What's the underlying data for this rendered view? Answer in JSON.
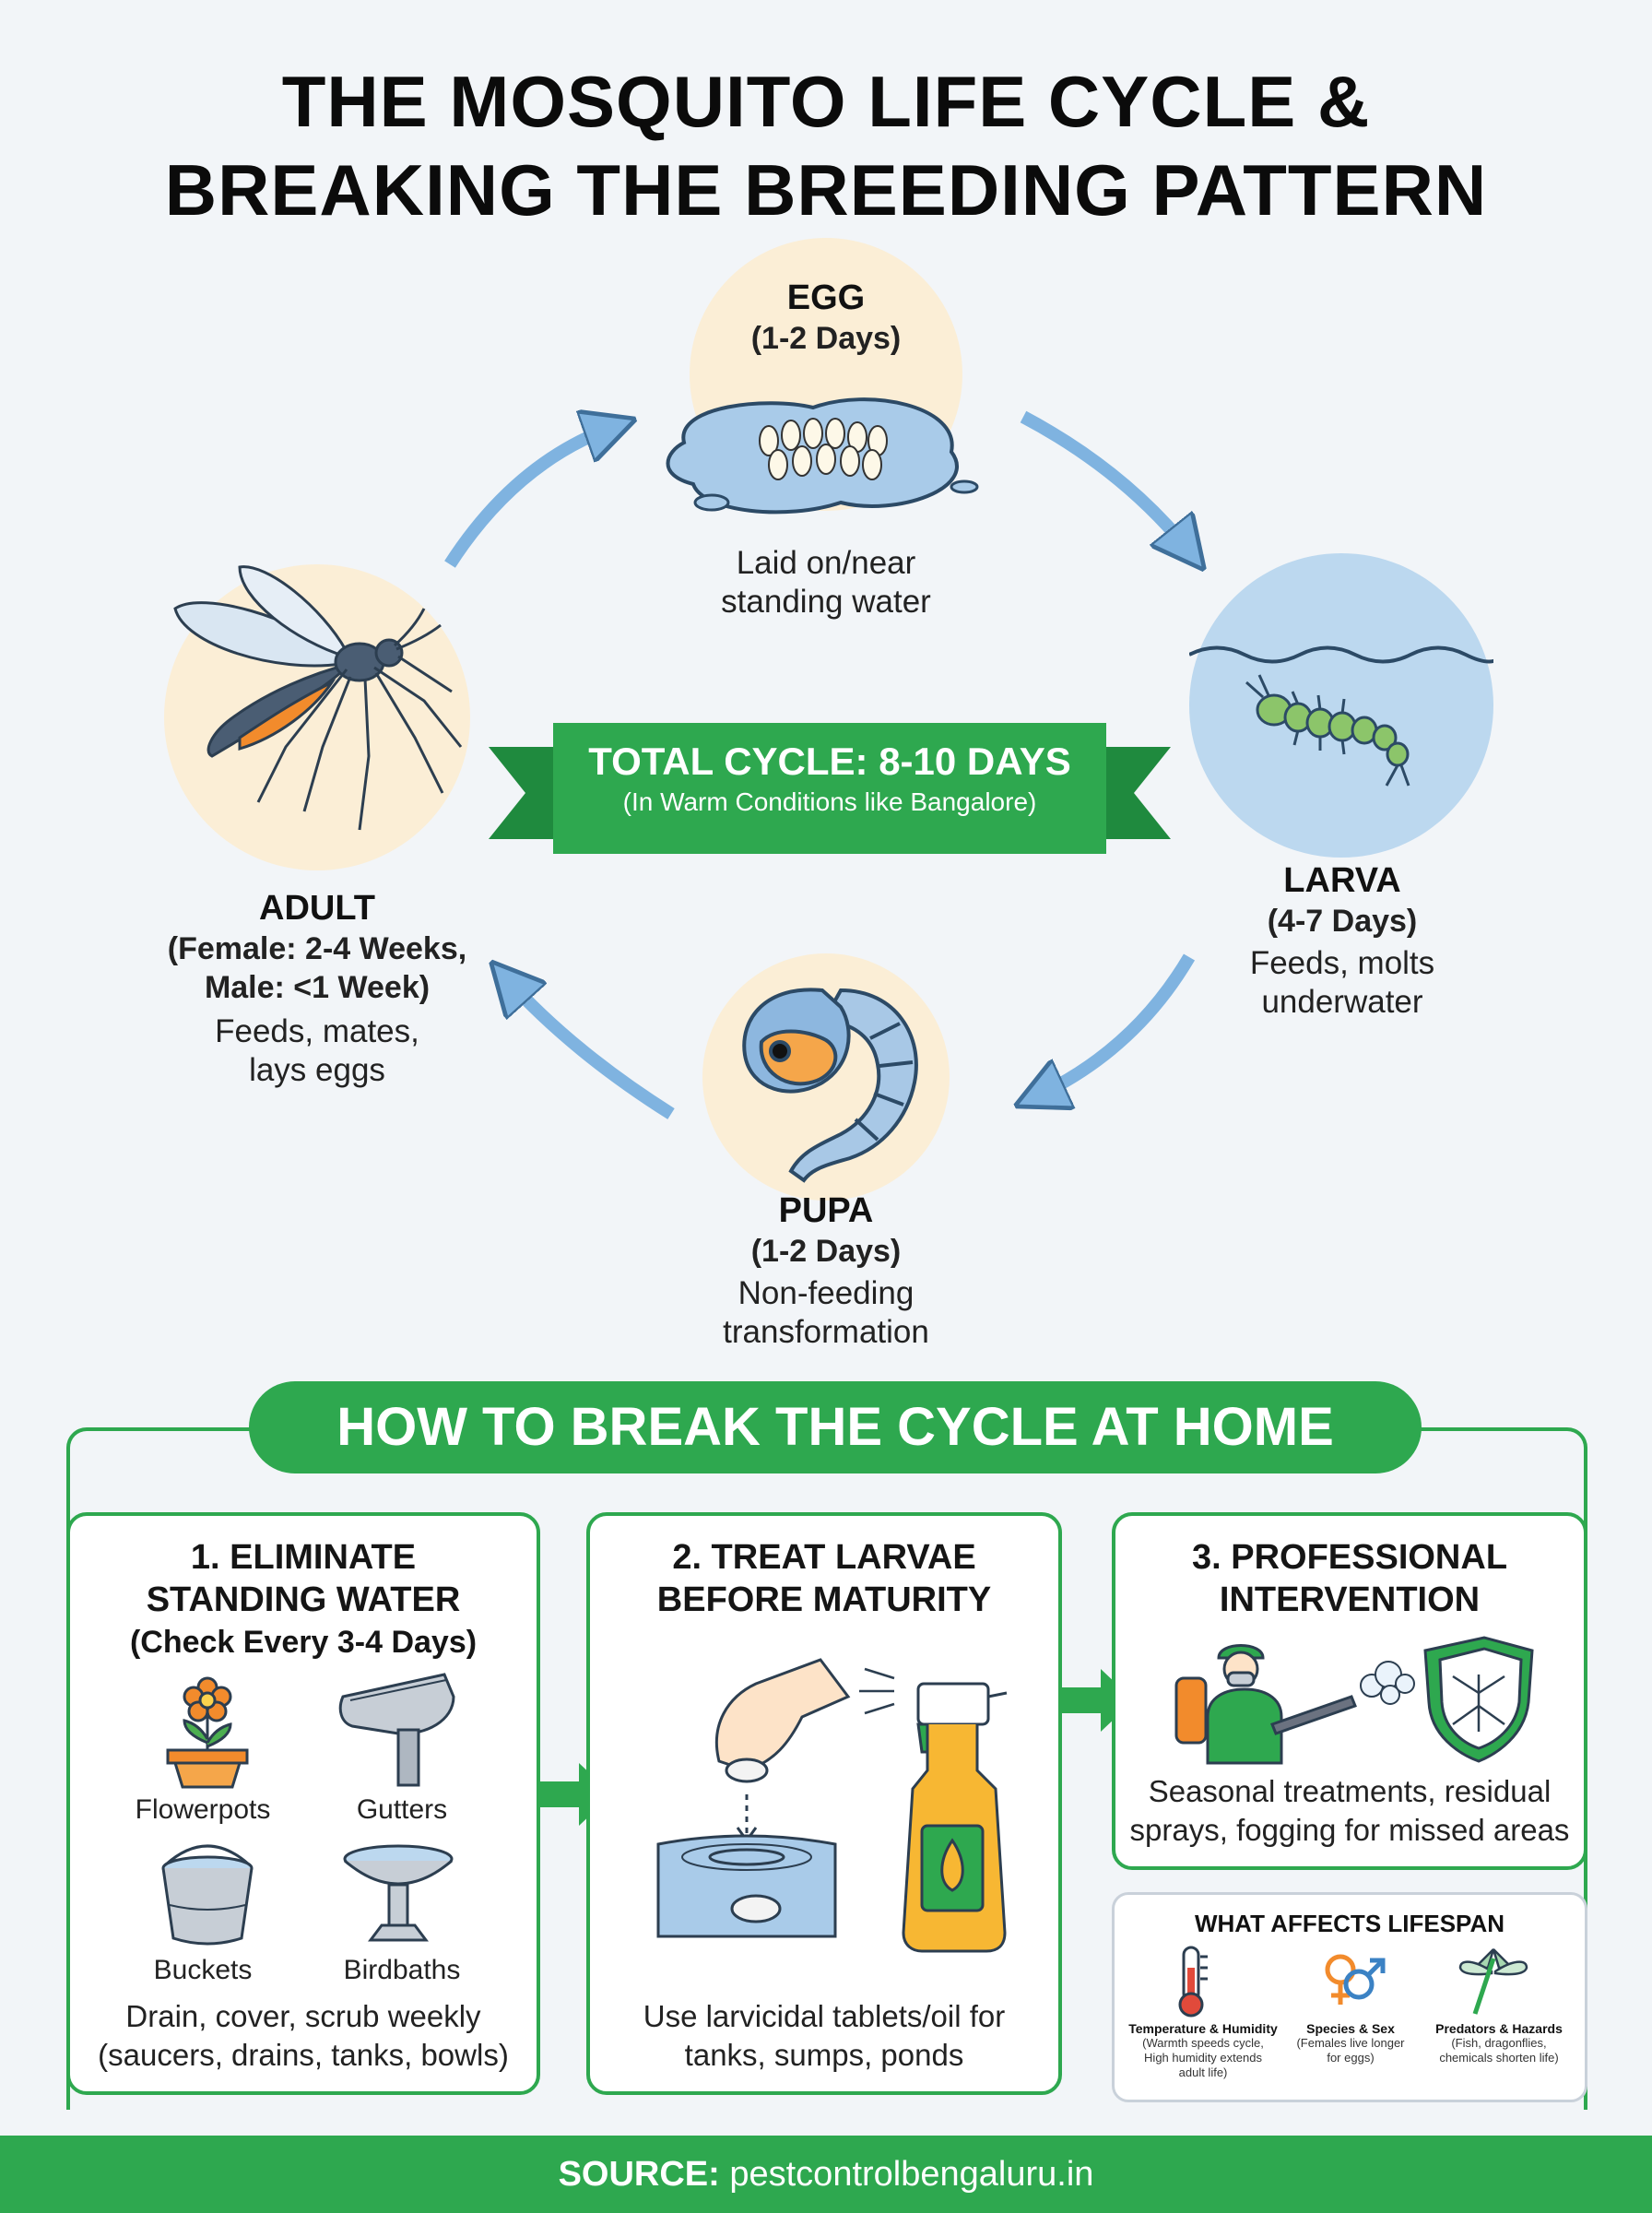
{
  "title": {
    "line1": "THE MOSQUITO LIFE CYCLE &",
    "line2": "BREAKING THE BREEDING PATTERN"
  },
  "stages": {
    "egg": {
      "name": "EGG",
      "duration": "(1-2 Days)",
      "desc1": "Laid on/near",
      "desc2": "standing water"
    },
    "larva": {
      "name": "LARVA",
      "duration": "(4-7 Days)",
      "desc1": "Feeds, molts",
      "desc2": "underwater"
    },
    "pupa": {
      "name": "PUPA",
      "duration": "(1-2 Days)",
      "desc1": "Non-feeding",
      "desc2": "transformation"
    },
    "adult": {
      "name": "ADULT",
      "duration1": "(Female: 2-4 Weeks,",
      "duration2": "Male: <1 Week)",
      "desc1": "Feeds, mates,",
      "desc2": "lays eggs"
    }
  },
  "ribbon": {
    "main": "TOTAL CYCLE: 8-10 DAYS",
    "sub": "(In Warm Conditions like Bangalore)"
  },
  "section": {
    "title": "HOW TO BREAK THE CYCLE AT HOME"
  },
  "step1": {
    "title1": "1. ELIMINATE",
    "title2": "STANDING WATER",
    "title3": "(Check Every 3-4 Days)",
    "items": [
      "Flowerpots",
      "Gutters",
      "Buckets",
      "Birdbaths"
    ],
    "desc1": "Drain, cover, scrub weekly",
    "desc2": "(saucers, drains, tanks, bowls)"
  },
  "step2": {
    "title1": "2. TREAT LARVAE",
    "title2": "BEFORE MATURITY",
    "desc1": "Use larvicidal tablets/oil for",
    "desc2": "tanks, sumps, ponds"
  },
  "step3": {
    "title1": "3. PROFESSIONAL",
    "title2": "INTERVENTION",
    "desc1": "Seasonal treatments, residual",
    "desc2": "sprays, fogging for missed areas"
  },
  "lifespan": {
    "title": "WHAT AFFECTS LIFESPAN",
    "factors": [
      {
        "title": "Temperature & Humidity",
        "desc1": "(Warmth speeds cycle,",
        "desc2": "High humidity extends",
        "desc3": "adult life)"
      },
      {
        "title": "Species & Sex",
        "desc1": "(Females live longer",
        "desc2": "for eggs)",
        "desc3": ""
      },
      {
        "title": "Predators & Hazards",
        "desc1": "(Fish, dragonflies,",
        "desc2": "chemicals shorten life)",
        "desc3": ""
      }
    ]
  },
  "footer": {
    "label": "SOURCE:",
    "url": "pestcontrolbengaluru.in"
  },
  "colors": {
    "green": "#2ea84f",
    "orange": "#f28b2c",
    "blue": "#bcd8ef",
    "cream": "#fbeed6"
  }
}
